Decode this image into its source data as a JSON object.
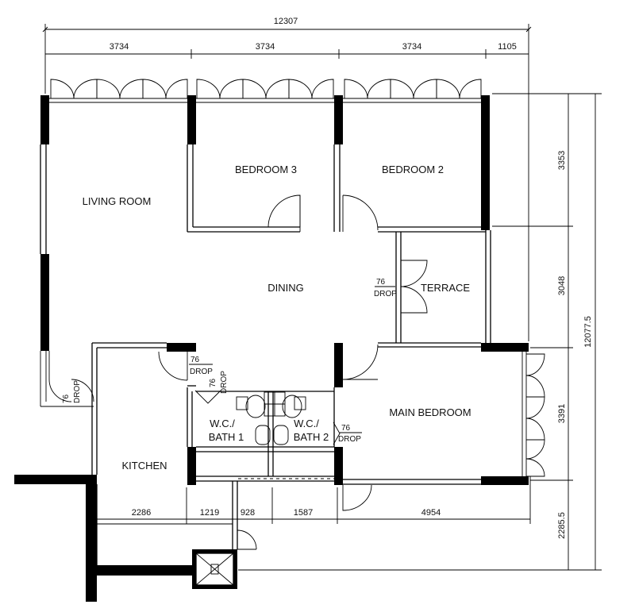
{
  "dimensions": {
    "total_width": "12307",
    "top_1": "3734",
    "top_2": "3734",
    "top_3": "3734",
    "top_4": "1105",
    "bottom_1": "2286",
    "bottom_2": "1219",
    "bottom_3": "928",
    "bottom_4": "1587",
    "bottom_5": "4954",
    "right_1": "3353",
    "right_2": "3048",
    "right_3": "3391",
    "right_4": "2285.5",
    "total_height": "12077.5"
  },
  "rooms": {
    "living_room": "LIVING ROOM",
    "bedroom_3": "BEDROOM 3",
    "bedroom_2": "BEDROOM 2",
    "dining": "DINING",
    "terrace": "TERRACE",
    "main_bedroom": "MAIN BEDROOM",
    "kitchen": "KITCHEN",
    "wc_bath_1_line1": "W.C./",
    "wc_bath_1_line2": "BATH 1",
    "wc_bath_2_line1": "W.C./",
    "wc_bath_2_line2": "BATH 2"
  },
  "drop_labels": {
    "value": "76",
    "text": "DROP"
  }
}
